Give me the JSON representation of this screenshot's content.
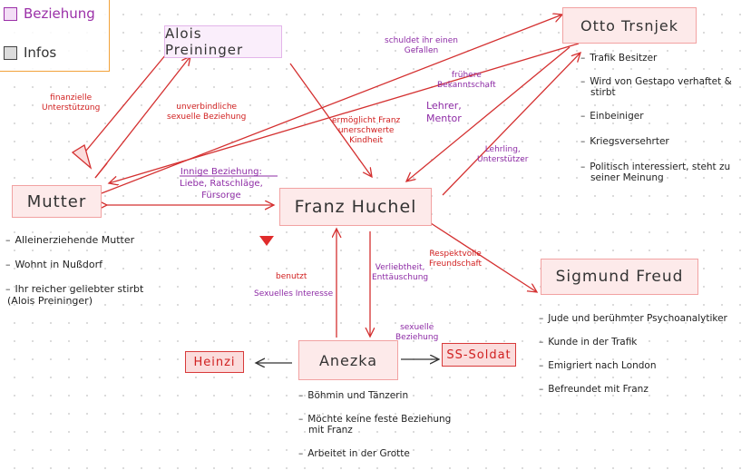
{
  "legend": {
    "relation": "Beziehung",
    "infos": "Infos"
  },
  "nodes": {
    "alois": "Alois Preininger",
    "otto": "Otto Trsnjek",
    "mutter": "Mutter",
    "franz": "Franz Huchel",
    "freud": "Sigmund Freud",
    "anezka": "Anezka",
    "heinzi": "Heinzi",
    "ss": "SS-Soldat"
  },
  "labels": {
    "finanzielle": [
      "finanzielle",
      "Unterstützung"
    ],
    "unverbindliche": [
      "unverbindliche",
      "sexuelle Beziehung"
    ],
    "ermoeglicht": [
      "ermöglicht Franz",
      "unerschwerte",
      "Kindheit"
    ],
    "schuldet": [
      "schuldet ihr einen",
      "Gefallen"
    ],
    "fruehere": [
      "frühere",
      "Bekanntschaft"
    ],
    "lehrer": [
      "Lehrer,",
      "Mentor"
    ],
    "lehrling": [
      "Lehrling,",
      "Unterstützer"
    ],
    "innige": [
      "Innige Beziehung:",
      "Liebe, Ratschläge,",
      "Fürsorge"
    ],
    "benutzt": [
      "benutzt"
    ],
    "sexuelles": [
      "Sexuelles Interesse"
    ],
    "verliebtheit": [
      "Verliebtheit,",
      "Enttäuschung"
    ],
    "respektvolle": [
      "Respektvolle",
      "Freundschaft"
    ],
    "sexuelle_beziehung": [
      "sexuelle",
      "Beziehung"
    ]
  },
  "infos": {
    "otto": [
      "Trafik Besitzer",
      "Wird von Gestapo verhaftet &",
      "stirbt",
      "Einbeiniger",
      "Kriegsversehrter",
      "Politisch interessiert, steht zu",
      "seiner Meinung"
    ],
    "mutter": [
      "Alleinerziehende Mutter",
      "Wohnt in Nußdorf",
      "Ihr reicher geliebter stirbt",
      "(Alois Preininger)"
    ],
    "freud": [
      "Jude und berühmter Psychoanalytiker",
      "Kunde in der Trafik",
      "Emigriert nach London",
      "Befreundet mit Franz"
    ],
    "anezka": [
      "Böhmin und Tänzerin",
      "Möchte keine feste Beziehung",
      "mit Franz",
      "Arbeitet in der Grotte"
    ]
  },
  "colors": {
    "arrow": "#d43030",
    "relation_text": "#8e2ca6",
    "explanation_text": "#d11f1f",
    "legend_border": "#f2a23a"
  }
}
